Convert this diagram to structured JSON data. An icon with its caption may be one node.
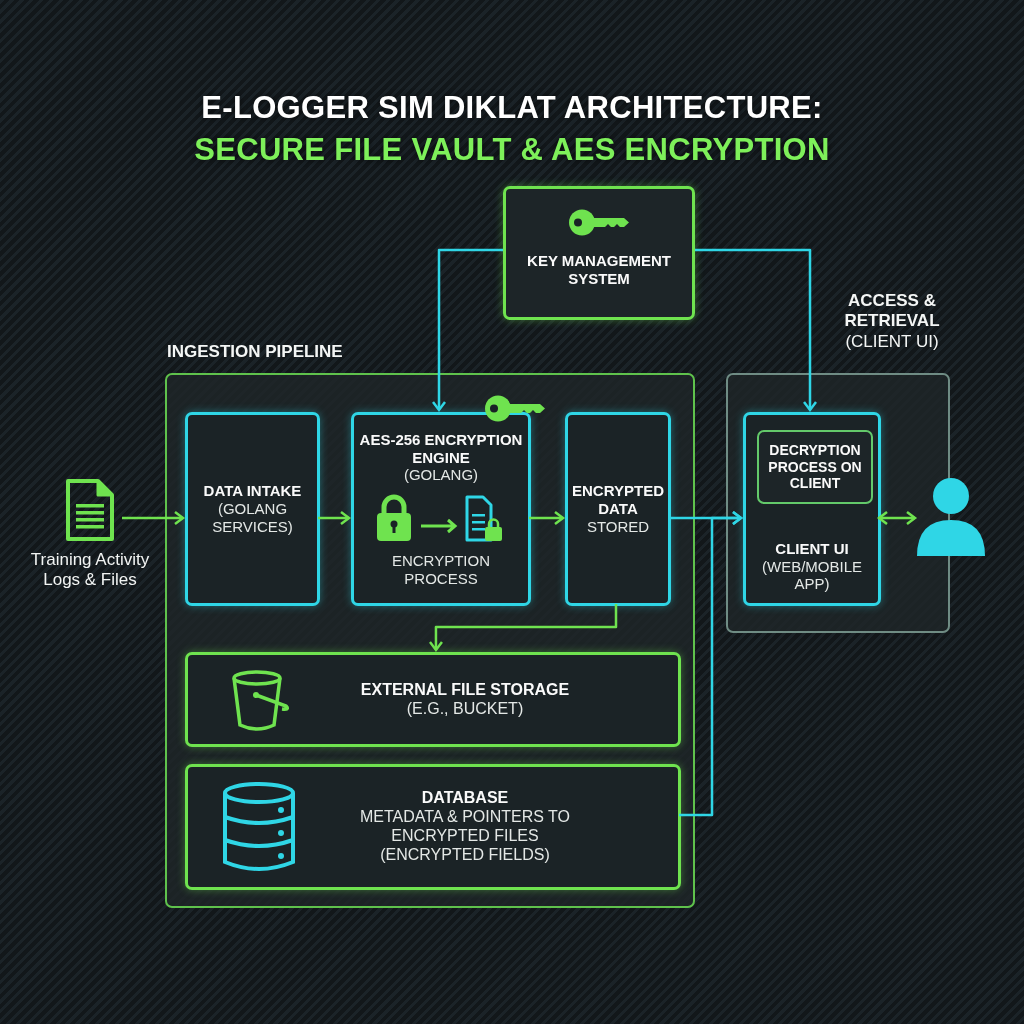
{
  "diagram": {
    "title": "E-LOGGER SIM DIKLAT ARCHITECTURE:",
    "nodes": [
      {
        "text": [
          "KEY MANAGEMENT SYSTEM"
        ]
      },
      {
        "text": [
          "INGESTION PIPELINE"
        ]
      },
      {
        "text": [
          "DATA INTAKE",
          "(GOLANG SERVICES)"
        ],
        "in": 1
      },
      {
        "text": [
          "AES-256 ENCRYPTION ENGINE",
          "(GOLANG)",
          "ENCRYPTION PROCESS"
        ],
        "in": 1
      },
      {
        "text": [
          "ENCRYPTED DATA",
          "STORED"
        ],
        "in": 1
      },
      {
        "text": [
          "EXTERNAL FILE STORAGE",
          "(E.G., BUCKET)"
        ],
        "in": 1
      },
      {
        "text": [
          "DATABASE",
          "METADATA & POINTERS TO ENCRYPTED FILES",
          "(ENCRYPTED FIELDS)"
        ],
        "in": 1
      },
      {
        "text": [
          "ACCESS & RETRIEVAL",
          "(CLIENT UI)"
        ]
      },
      {
        "text": [
          "CLIENT UI",
          "(WEB/MOBILE APP)"
        ],
        "in": 7
      },
      {
        "text": [
          "DECRYPTION PROCESS ON CLIENT"
        ],
        "in": 8
      },
      {
        "text": [
          "Training Activity Logs & Files"
        ]
      },
      {
        "text": [],
        "shape": "person"
      }
    ],
    "edges": [
      {
        "from": 10,
        "to": 2,
        "arrow": "to"
      },
      {
        "from": 2,
        "to": 3,
        "arrow": "to"
      },
      {
        "from": 3,
        "to": 4,
        "arrow": "to"
      },
      {
        "from": 0,
        "to": 3,
        "arrow": "to",
        "color": "#2fd6e6"
      },
      {
        "from": 0,
        "to": 8,
        "arrow": "to",
        "color": "#2fd6e6"
      },
      {
        "from": 4,
        "to": 5,
        "arrow": "to"
      },
      {
        "from": 4,
        "to": 8,
        "arrow": "to",
        "color": "#2fd6e6"
      },
      {
        "from": 6,
        "to": 8,
        "arrow": "to",
        "color": "#2fd6e6"
      },
      {
        "from": 8,
        "to": 11,
        "arrow": "both"
      }
    ],
    "labels": [
      "SECURE FILE VAULT & AES ENCRYPTION"
    ]
  }
}
